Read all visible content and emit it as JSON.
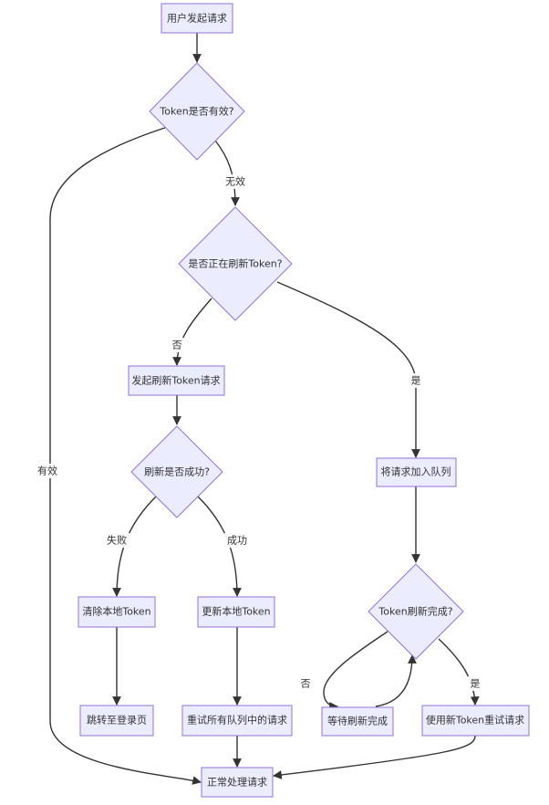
{
  "nodes": {
    "start": "用户发起请求",
    "token_valid": "Token是否有效?",
    "refreshing": "是否正在刷新Token?",
    "send_refresh": "发起刷新Token请求",
    "refresh_ok": "刷新是否成功?",
    "clear_token": "清除本地Token",
    "goto_login": "跳转至登录页",
    "update_token": "更新本地Token",
    "retry_queue": "重试所有队列中的请求",
    "enqueue": "将请求加入队列",
    "refresh_done": "Token刷新完成?",
    "wait_refresh": "等待刷新完成",
    "retry_new": "使用新Token重试请求",
    "normal": "正常处理请求"
  },
  "edges": {
    "invalid": "无效",
    "valid": "有效",
    "no": "否",
    "yes": "是",
    "fail": "失败",
    "success": "成功",
    "no2": "否",
    "yes2": "是"
  },
  "colors": {
    "node_fill": "#ECECFF",
    "node_stroke": "#9370DB",
    "edge": "#333333"
  }
}
